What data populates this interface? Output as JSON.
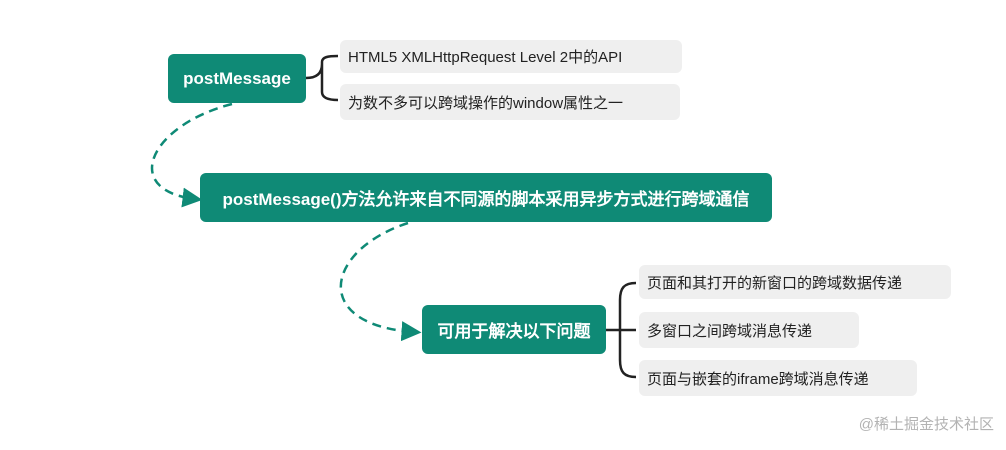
{
  "nodes": {
    "root": "postMessage",
    "middle": "postMessage()方法允许来自不同源的脚本采用异步方式进行跨域通信",
    "bottom": "可用于解决以下问题"
  },
  "root_leaves": [
    "HTML5 XMLHttpRequest Level 2中的API",
    "为数不多可以跨域操作的window属性之一"
  ],
  "bottom_leaves": [
    "页面和其打开的新窗口的跨域数据传递",
    "多窗口之间跨域消息传递",
    "页面与嵌套的iframe跨域消息传递"
  ],
  "watermark": "@稀土掘金技术社区",
  "colors": {
    "node": "#0f8a76",
    "leaf": "#efefef",
    "bracket": "#222222",
    "arrow": "#0f8a76"
  }
}
